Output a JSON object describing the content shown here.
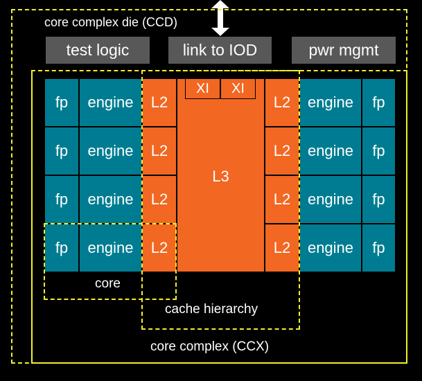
{
  "ccd_label": "core complex die (CCD)",
  "top_blocks": {
    "test_logic": "test logic",
    "link_iod": "link to IOD",
    "pwr_mgmt": "pwr mgmt"
  },
  "cells": {
    "fp": "fp",
    "engine": "engine",
    "l2": "L2",
    "l3": "L3",
    "xi": "XI"
  },
  "labels": {
    "core": "core",
    "cache_hierarchy": "cache hierarchy",
    "ccx": "core complex (CCX)"
  },
  "colors": {
    "dashed_outline": "#f4ee2a",
    "gray_block": "#585858",
    "teal_block": "#007c92",
    "orange_block": "#f26722",
    "background": "#000000"
  },
  "icons": {
    "io_arrow": "double-headed-vertical-arrow"
  }
}
